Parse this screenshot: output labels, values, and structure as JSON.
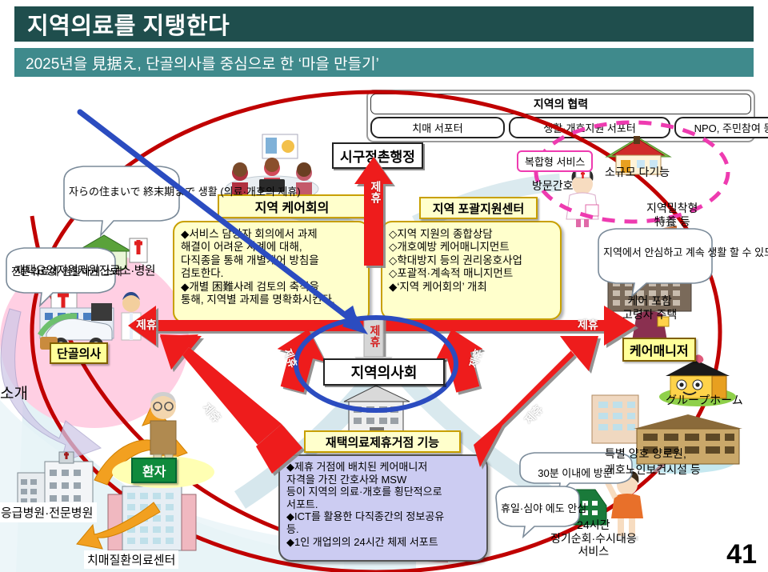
{
  "header": {
    "title": "지역의료를 지탱한다",
    "subtitle": "2025년을 見据え, 단골의사를 중심으로 한 ‘마을 만들기’",
    "title_color": "#1f4e4d",
    "subtitle_color": "#3f8a8c"
  },
  "page_number": "41",
  "cooperation": {
    "title": "지역의 협력",
    "items": [
      {
        "label": "치매 서포터"
      },
      {
        "label": "생활·개호지원 서포터"
      },
      {
        "label": "NPO, 주민참여 등"
      }
    ]
  },
  "center": {
    "node_label": "지역의사회",
    "icon": "clinic-building-icon"
  },
  "panels": {
    "care_meeting": {
      "title": "지역 케어회의",
      "lines": [
        "◆서비스 담당자 회의에서 과제",
        "해결이 어려운 사례에 대해,",
        "다직종을 통해 개별케어 방침을",
        "검토한다.",
        "◆개별 困難사례 검토의 축적을",
        "통해, 지역별 과제를 명확화시킨다."
      ]
    },
    "support_center": {
      "title": "지역 포괄지원센터",
      "lines": [
        "◇지역 지원의 종합상담",
        "◇개호예방 케어매니지먼트",
        "◇학대방지 등의 권리옹호사업",
        "◇포괄적·계속적 매니지먼트",
        "◆‘지역 케어회의’ 개최"
      ]
    },
    "home_care_hub": {
      "title": "재택의료제휴거점 기능",
      "lines": [
        "◆제휴 거점에 배치된 케어매니저",
        "  자격을 가진 간호사와 MSW",
        "  등이 지역의 의료·개호를 횡단적으로",
        "  서포트.",
        "◆ICT를 활용한 다직종간의 정보공유",
        "등.",
        "◆1인 개업의의 24시간 체제 서포트"
      ]
    }
  },
  "labels": {
    "admin": "시구정촌행정",
    "home_support_clinic": "재택요양지원지원진료소·병원",
    "family_doctor": "단골의사",
    "patient": "환자",
    "care_manager": "케어매니저",
    "emergency_hospital": "응급병원·전문병원",
    "dementia_center": "치매질환의료센터",
    "complex_service": "복합형 서비스",
    "visiting_nursing": "방문간호",
    "small_multifunction": "소규모 다기능",
    "community_based": "지역밀착형\n特養 등",
    "care_housing": "케어 포함\n고령자 주택",
    "group_home": "グループホーム",
    "nursing_home": "특별 양호 양로원,\n개호노인보건시설 등",
    "service_24h": "24시간\n정기순회·수시대응\n서비스",
    "introduce": "소개"
  },
  "speech_bubbles": [
    {
      "name": "own-home",
      "text": "자らの住まいで\n終末期まで 생활\n(의료·개호의 제휴)"
    },
    {
      "name": "specialty-referral",
      "text": "전문의료에\n원활하게 소개"
    },
    {
      "name": "stay-local",
      "text": "지역에서 안심하고\n계속 생활 할 수\n있도록 정비"
    },
    {
      "name": "visit-30min",
      "text": "30분 이내에 방문"
    },
    {
      "name": "holiday-night",
      "text": "휴일·심야\n에도 안심"
    }
  ],
  "arrow_labels": {
    "cooperation": "제휴",
    "cooperation_left": "제휴",
    "cooperation_right": "제휴",
    "cooperation_up": "제휴",
    "cooperation_down": "제휴",
    "cooperation_dl": "제휴",
    "cooperation_dr": "제휴"
  },
  "colors": {
    "red_arrow": "#ee1c1c",
    "red_oval": "#c00000",
    "blue_circle": "#2b4cc0",
    "pink_field": "#ffccdd",
    "yellow_panel": "#ffffcc",
    "violet_panel": "#ccccf2",
    "pink_dashed": "#ee3bb0",
    "teal_dark": "#1f4e4d",
    "teal_light": "#3f8a8c"
  }
}
